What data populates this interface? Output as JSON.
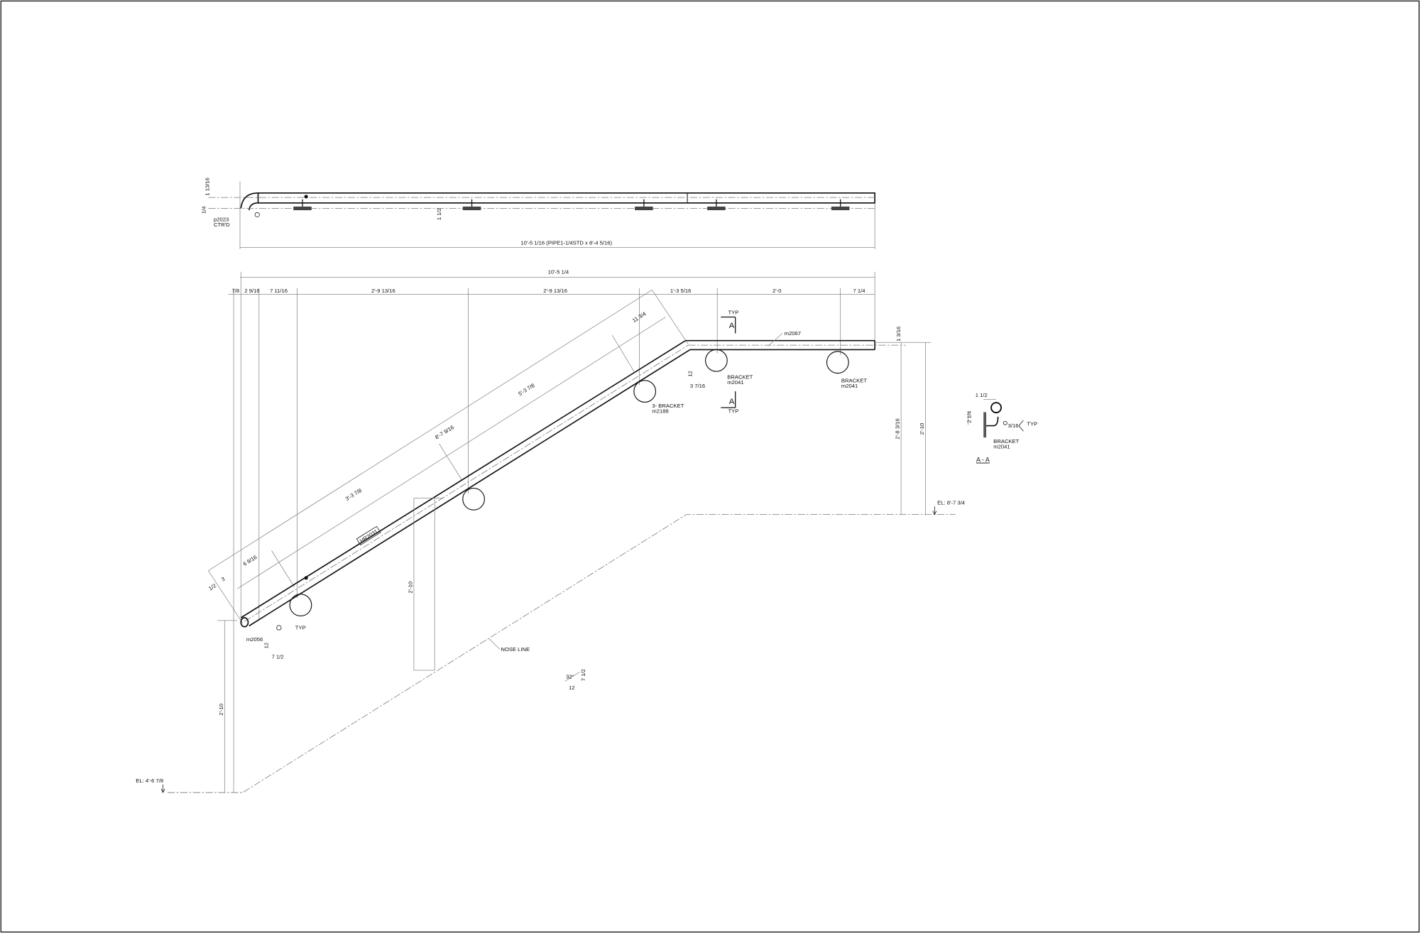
{
  "plan": {
    "pipe_height": "1 13/16",
    "offset": "1/4",
    "part_label": "p2023",
    "part_note": "CTR'D",
    "bracket_offset": "1 1/2",
    "overall": "10'-5 1/16 (PIPE1-1/4STD x 8'-4 5/16)"
  },
  "elevation": {
    "overall": "10'-5 1/4",
    "dims": [
      "7/8",
      "2 9/16",
      "7 11/16",
      "2'-9 13/16",
      "2'-9 13/16",
      "1'-3 5/16",
      "2'-0",
      "7 1/4"
    ],
    "slope_dims": [
      "11 3/4",
      "5'-3 7/8",
      "8'-7 9/16",
      "3'-3 7/8",
      "6 9/16",
      "3",
      "1/2"
    ],
    "rail_mark": "HR2031",
    "end_part": "m2056",
    "weld_typ": "TYP",
    "slope_rise_top": "12",
    "slope_run_top": "3 7/16",
    "slope_rise_bottom": "12",
    "slope_run_bottom": "7 1/2",
    "top_rail_part": "m2067",
    "section_typ": "TYP",
    "section_mark": "A",
    "bracket_1": "BRACKET",
    "bracket_1_part": "m2041",
    "bracket_2": "BRACKET",
    "bracket_2_part": "m2041",
    "bracket_3": "3- BRACKET",
    "bracket_3_part": "m2188",
    "left_height": "2'-10",
    "mid_height": "2'-10",
    "right_height_a": "2'-8 3/16",
    "right_height_b": "2'-10",
    "top_rail_dia": "1 3/16",
    "el_bottom": "EL: 4'-6 7/8",
    "el_top": "EL: 8'-7 3/4",
    "nose_line": "NOSE LINE",
    "stair_slope_angle": "32°",
    "stair_slope_run": "12",
    "stair_slope_rise": "7 1/2"
  },
  "section": {
    "width": "1 1/2",
    "height": "2 1/4",
    "weld": "3/16",
    "typ": "TYP",
    "bracket": "BRACKET",
    "bracket_part": "m2041",
    "title": "A - A"
  }
}
